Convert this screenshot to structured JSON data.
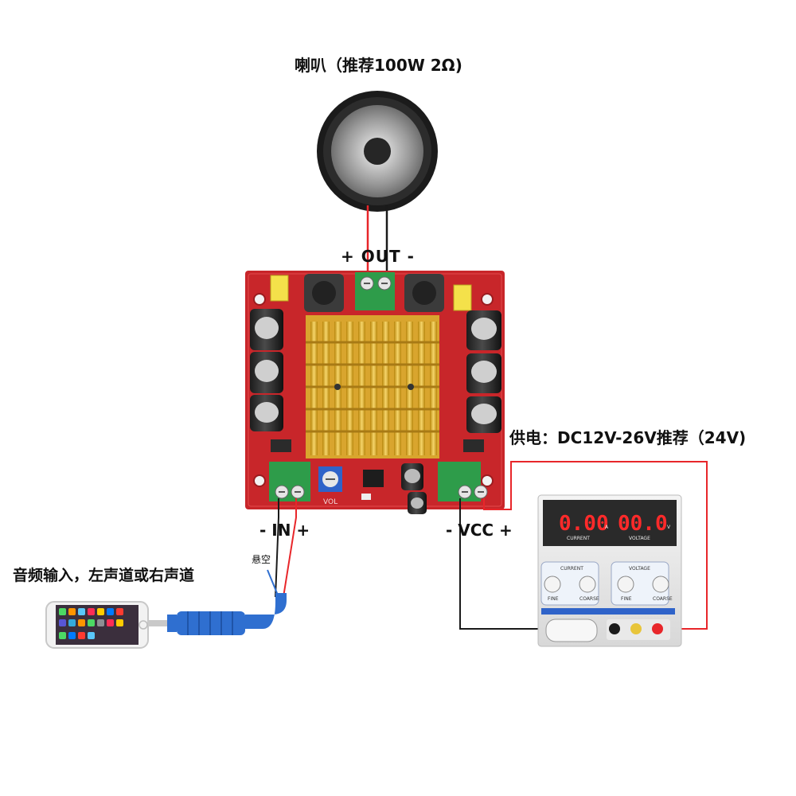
{
  "labels": {
    "speaker": "喇叭（推荐100W 2Ω)",
    "output": "+ OUT -",
    "input": "- IN +",
    "vcc": "- VCC +",
    "power": "供电：DC12V-26V推荐（24V)",
    "audio_input": "音频输入，左声道或右声道",
    "floating": "悬空",
    "volume": "VOL"
  },
  "power_supply": {
    "current_display": "0.00",
    "voltage_display": "00.0",
    "current_unit": "A",
    "voltage_unit": "V",
    "current_caption": "CURRENT",
    "voltage_caption": "VOLTAGE",
    "knobs": [
      "FINE",
      "COARSE",
      "FINE",
      "COARSE"
    ]
  },
  "colors": {
    "board": "#c8262a",
    "heatsink": "#e2b33c",
    "wire_positive": "#e8262a",
    "wire_negative": "#1a1a1a",
    "terminal": "#2e9c4a",
    "cable": "#2f6fd0"
  }
}
